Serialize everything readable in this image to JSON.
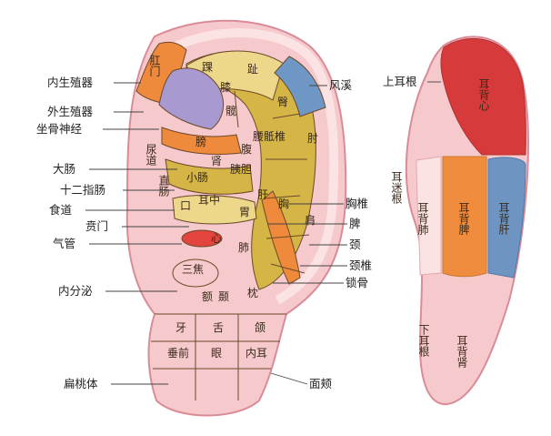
{
  "colors": {
    "skin": "#f6c9cc",
    "skin_light": "#fbe2e3",
    "outline": "#d98c97",
    "gold": "#d4b545",
    "gold_light": "#ecd78a",
    "orange": "#ef8a3c",
    "red": "#e3443e",
    "lavender": "#a89ad0",
    "blue": "#6f97c6",
    "back_red": "#d63a3a",
    "back_orange": "#ef8c3e",
    "back_blue": "#6e95c2",
    "text": "#222222"
  },
  "left_labels": {
    "inner_genitals": "内生殖器",
    "outer_genitals": "外生殖器",
    "sciatic": "坐骨神经",
    "large_intestine": "大肠",
    "duodenum": "十二指肠",
    "esophagus": "食道",
    "cardia": "贲门",
    "trachea": "气管",
    "endocrine": "内分泌",
    "tonsil": "扁桃体"
  },
  "right_labels": {
    "wind_stream": "风溪",
    "thoracic_vertebra": "胸椎",
    "spleen": "脾",
    "neck": "颈",
    "cervical_vertebra": "颈椎",
    "clavicle": "锁骨",
    "cheek": "面颊"
  },
  "zones": {
    "anus": "肛门",
    "toe": "趾",
    "heel": "踝",
    "knee": "膝",
    "hip": "髋",
    "hip2": "臀",
    "lumbosacral": "腰骶椎",
    "abdomen": "腹",
    "elbow": "肘",
    "urethra": "尿道",
    "rectum": "直肠",
    "kidney": "肾",
    "small_intestine": "小肠",
    "pancreas_gall": "胰胆",
    "bladder": "膀",
    "liver": "肝",
    "chest": "胸",
    "shoulder": "肩",
    "mouth": "口",
    "ear_center": "耳中",
    "stomach": "胃",
    "heart": "心",
    "lung": "肺",
    "triple_burner": "三焦",
    "temple": "颞",
    "forehead": "额",
    "occiput": "枕",
    "tooth": "牙",
    "tongue": "舌",
    "jaw": "颌",
    "lobe_front": "垂前",
    "eye": "眼",
    "inner_ear": "内耳"
  },
  "back_view": {
    "upper_root": "上耳根",
    "vagus_root": "耳迷根",
    "lower_root": "下耳根",
    "back_heart": "耳背心",
    "back_lung": "耳背肺",
    "back_spleen": "耳背脾",
    "back_liver": "耳背肝",
    "back_kidney": "耳背肾"
  }
}
